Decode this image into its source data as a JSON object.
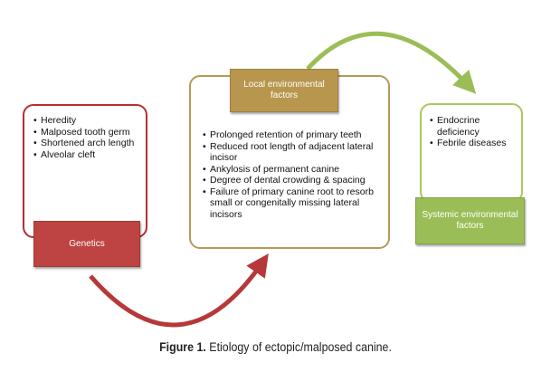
{
  "genetics": {
    "label": "Genetics",
    "items": [
      "Heredity",
      "Malposed tooth germ",
      "Shortened arch length",
      "Alveolar cleft"
    ]
  },
  "local": {
    "label": "Local environmental factors",
    "items": [
      "Prolonged retention of primary teeth",
      "Reduced root length of adjacent lateral incisor",
      "Ankylosis of permanent canine",
      "Degree of dental crowding & spacing",
      "Failure of primary canine root to resorb small or congenitally missing lateral incisors"
    ]
  },
  "systemic": {
    "label": "Systemic environmental factors",
    "items": [
      "Endocrine deficiency",
      "Febrile diseases"
    ]
  },
  "caption": {
    "figure": "Figure 1.",
    "text": "Etiology of ectopic/malposed canine."
  },
  "colors": {
    "genetics": "#bd4442",
    "local": "#b8964d",
    "systemic": "#9bbd57"
  }
}
